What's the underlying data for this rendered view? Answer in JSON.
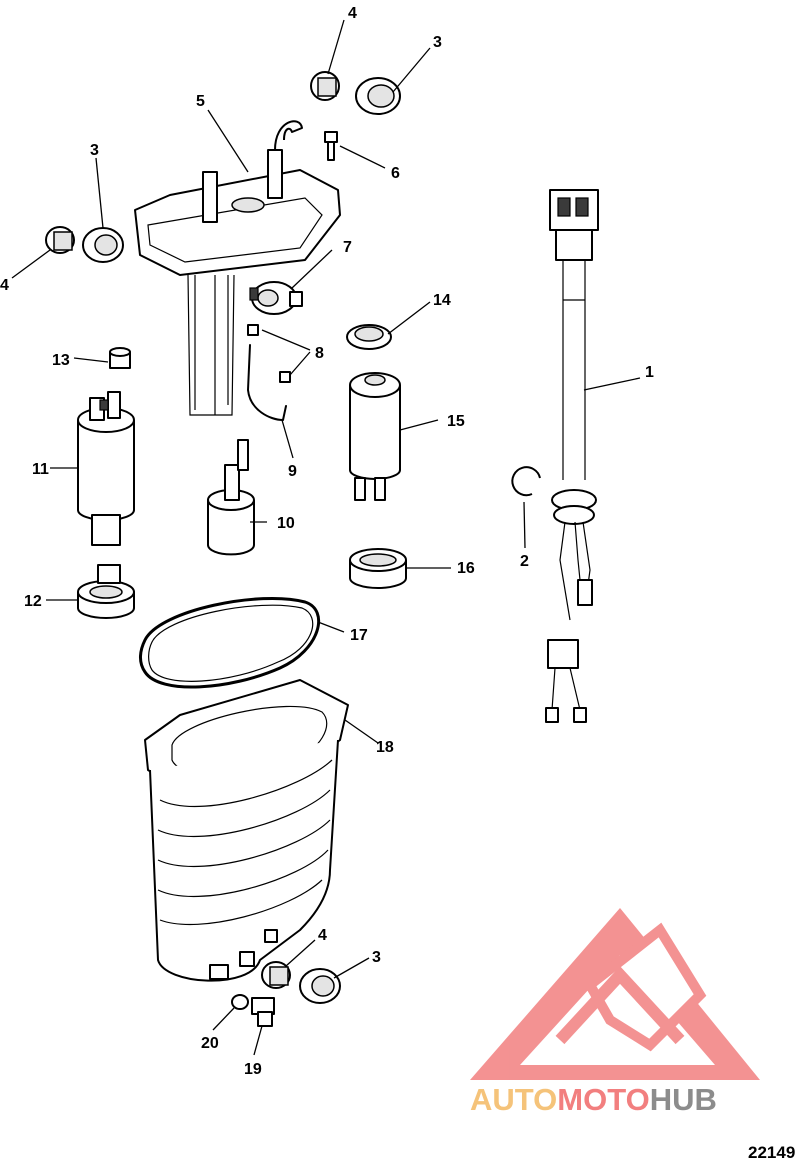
{
  "figure_number": "22149",
  "watermark": {
    "word1": "AUTO",
    "word2": "MOTO",
    "word3": "HUB",
    "color_auto": "#f5c37a",
    "color_moto": "#f27f7f",
    "color_hub": "#8c8c8c",
    "logo_color": "#f27f7f"
  },
  "callouts": {
    "c1": "1",
    "c2": "2",
    "c3a": "3",
    "c3b": "3",
    "c3c": "3",
    "c4a": "4",
    "c4b": "4",
    "c4c": "4",
    "c5": "5",
    "c6": "6",
    "c7": "7",
    "c8": "8",
    "c9": "9",
    "c10": "10",
    "c11": "11",
    "c12": "12",
    "c13": "13",
    "c14": "14",
    "c15": "15",
    "c16": "16",
    "c17": "17",
    "c18": "18",
    "c19": "19",
    "c20": "20"
  }
}
